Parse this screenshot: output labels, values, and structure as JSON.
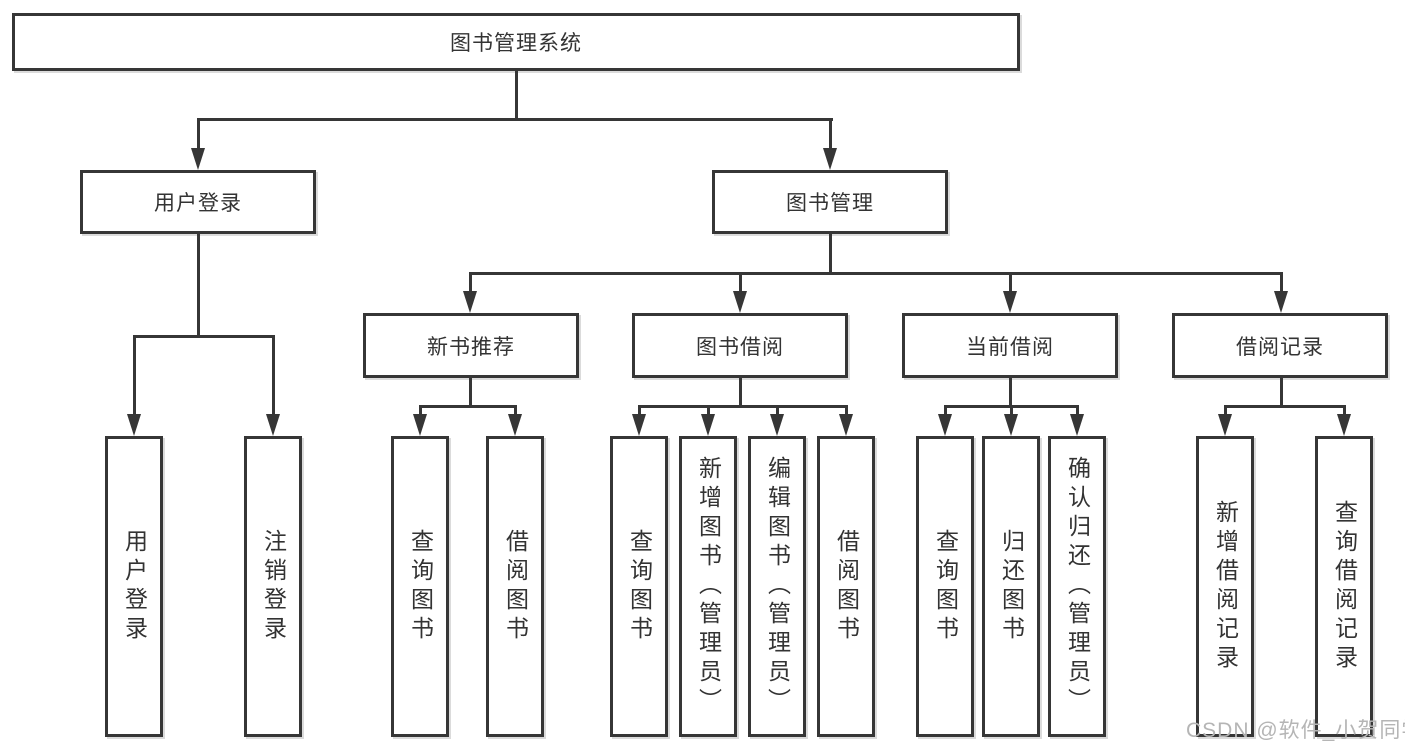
{
  "diagram": {
    "tree": {
      "root": {
        "label": "图书管理系统",
        "children": [
          {
            "label": "用户登录",
            "children": [
              {
                "label": "用户登录"
              },
              {
                "label": "注销登录"
              }
            ]
          },
          {
            "label": "图书管理",
            "children": [
              {
                "label": "新书推荐",
                "children": [
                  {
                    "label": "查询图书"
                  },
                  {
                    "label": "借阅图书"
                  }
                ]
              },
              {
                "label": "图书借阅",
                "children": [
                  {
                    "label": "查询图书"
                  },
                  {
                    "label": "新增图书（管理员）"
                  },
                  {
                    "label": "编辑图书（管理员）"
                  },
                  {
                    "label": "借阅图书"
                  }
                ]
              },
              {
                "label": "当前借阅",
                "children": [
                  {
                    "label": "查询图书"
                  },
                  {
                    "label": "归还图书"
                  },
                  {
                    "label": "确认归还（管理员）"
                  }
                ]
              },
              {
                "label": "借阅记录",
                "children": [
                  {
                    "label": "新增借阅记录"
                  },
                  {
                    "label": "查询借阅记录"
                  }
                ]
              }
            ]
          }
        ]
      }
    },
    "colors": {
      "line": "#363636",
      "text": "#333333",
      "background": "#ffffff",
      "watermark": "#b5b5b5"
    }
  },
  "watermark": {
    "text": "CSDN @软件_小贺同学"
  }
}
